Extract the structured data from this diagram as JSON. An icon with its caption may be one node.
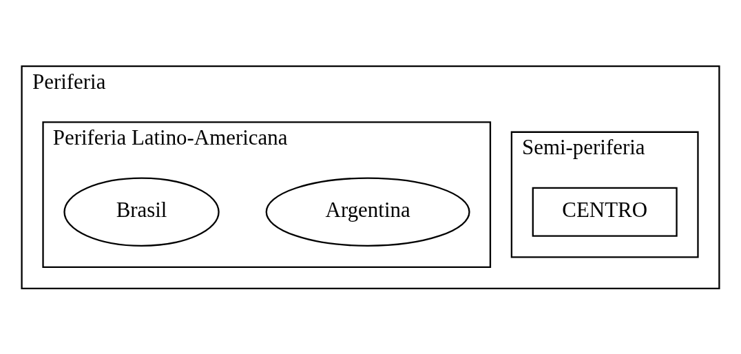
{
  "diagram": {
    "nodes": [
      {
        "text": [
          "Periferia"
        ]
      },
      {
        "text": [
          "Semi-periferia"
        ],
        "in": 0
      },
      {
        "text": [
          "CENTRO"
        ],
        "in": 1
      },
      {
        "text": [
          "Periferia Latino-Americana"
        ],
        "in": 0
      },
      {
        "text": [
          "Argentina"
        ],
        "in": 3
      },
      {
        "text": [
          "Brasil"
        ],
        "in": 3
      }
    ]
  }
}
